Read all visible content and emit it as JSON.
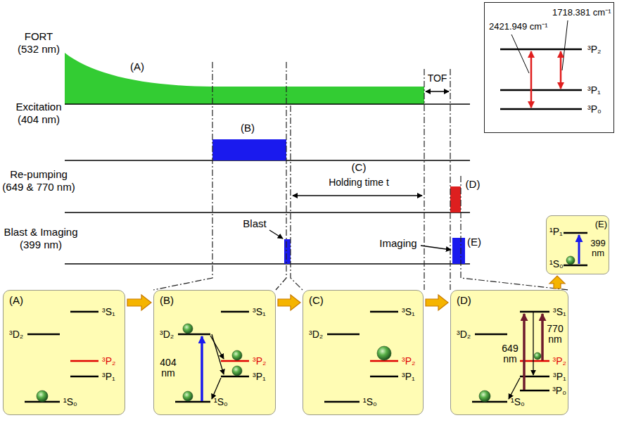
{
  "diagram": {
    "nodes": [
      {
        "text": [
          "1718.381 cm⁻¹",
          "2421.949 cm⁻¹",
          "³P₂",
          "³P₁",
          "³P₀"
        ]
      },
      {
        "text": [
          "(A)",
          "³S₁",
          "³D₂",
          "³P₂",
          "³P₁",
          "¹S₀"
        ]
      },
      {
        "text": [
          "(B)",
          "³S₁",
          "³D₂",
          "404 nm",
          "³P₂",
          "³P₁",
          "¹S₀"
        ]
      },
      {
        "text": [
          "(C)",
          "³S₁",
          "³D₂",
          "³P₂",
          "³P₁",
          "¹S₀"
        ]
      },
      {
        "text": [
          "(D)",
          "649 nm",
          "770 nm",
          "³S₁",
          "³D₂",
          "³P₂",
          "³P₁",
          "³P₀",
          "¹S₀"
        ]
      },
      {
        "text": [
          "¹P₁",
          "(E)",
          "399 nm",
          "¹S₀"
        ]
      }
    ],
    "edges": [
      {
        "from": 1,
        "to": 2,
        "arrow": "to"
      },
      {
        "from": 2,
        "to": 3,
        "arrow": "to"
      },
      {
        "from": 3,
        "to": 4,
        "arrow": "to"
      },
      {
        "from": 4,
        "to": 5,
        "arrow": "to"
      }
    ],
    "labels": [
      "FORT",
      "(532 nm)",
      "Excitation",
      "(404 nm)",
      "Re-pumping",
      "(649 & 770 nm)",
      "Blast & Imaging",
      "(399 nm)",
      "(A)",
      "(B)",
      "(C)",
      "Holding time t",
      "TOF",
      "(D)",
      "Blast",
      "Imaging",
      "(E)"
    ]
  }
}
